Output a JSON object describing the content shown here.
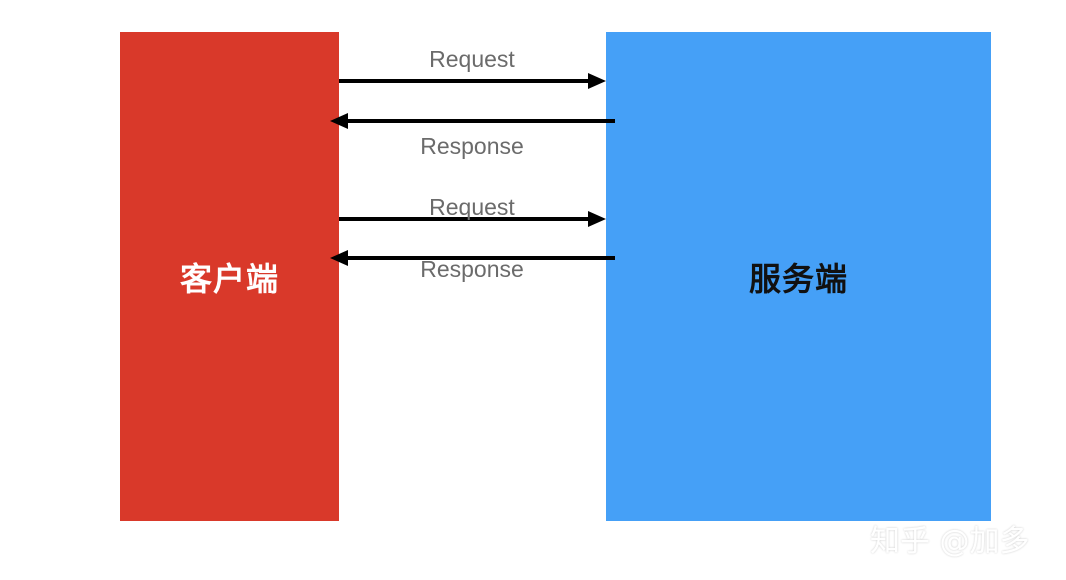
{
  "client": {
    "label": "客户端",
    "color": "#d9392a"
  },
  "server": {
    "label": "服务端",
    "color": "#45a0f7"
  },
  "messages": [
    {
      "label": "Request",
      "direction": "client-to-server"
    },
    {
      "label": "Response",
      "direction": "server-to-client"
    },
    {
      "label": "Request",
      "direction": "client-to-server"
    },
    {
      "label": "Response",
      "direction": "server-to-client"
    }
  ],
  "watermark": {
    "text": "知乎 @加多"
  }
}
